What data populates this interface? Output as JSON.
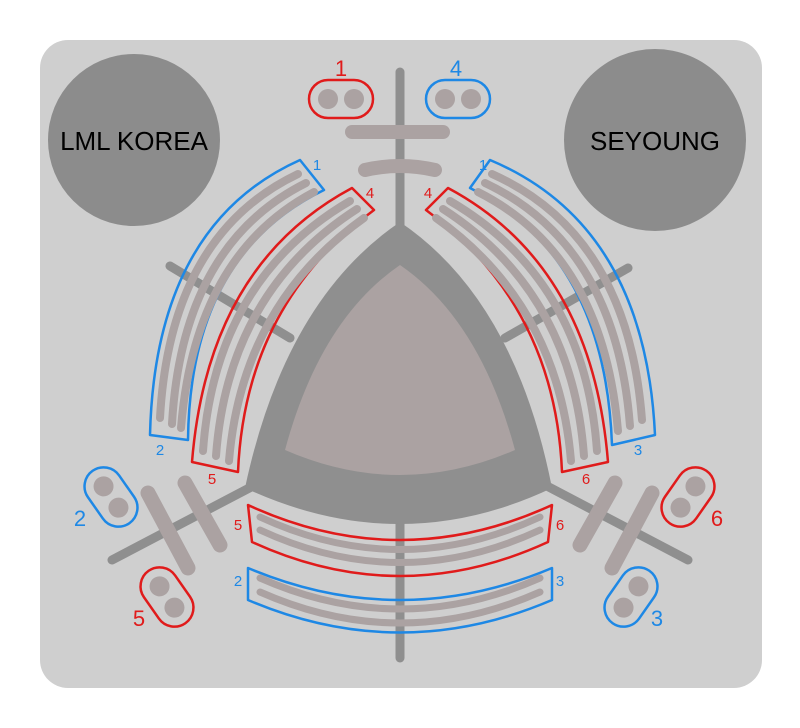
{
  "colors": {
    "background": "#cfcfcf",
    "stage_outer": "#8f8f8f",
    "stage_inner": "#aba2a2",
    "seat_rows": "#aba2a2",
    "aisles": "#8f8f8f",
    "circles": "#8c8c8c",
    "blue": "#1e88e5",
    "red": "#e01b1b"
  },
  "circles": {
    "left_label": "LML KOREA",
    "right_label": "SEYOUNG"
  },
  "sections": {
    "top_left_outer": "1",
    "top_left_inner": "4",
    "top_right_inner": "4",
    "top_right_outer": "1",
    "left_outer_bottom": "2",
    "left_inner_bottom": "5",
    "right_inner_bottom": "6",
    "right_outer_bottom": "3",
    "bottom_inner_left": "5",
    "bottom_inner_right": "6",
    "bottom_outer_left": "2",
    "bottom_outer_right": "3"
  },
  "pods": {
    "top_red": "1",
    "top_blue": "4",
    "left_blue": "2",
    "left_red": "5",
    "right_red": "6",
    "right_blue": "3"
  }
}
